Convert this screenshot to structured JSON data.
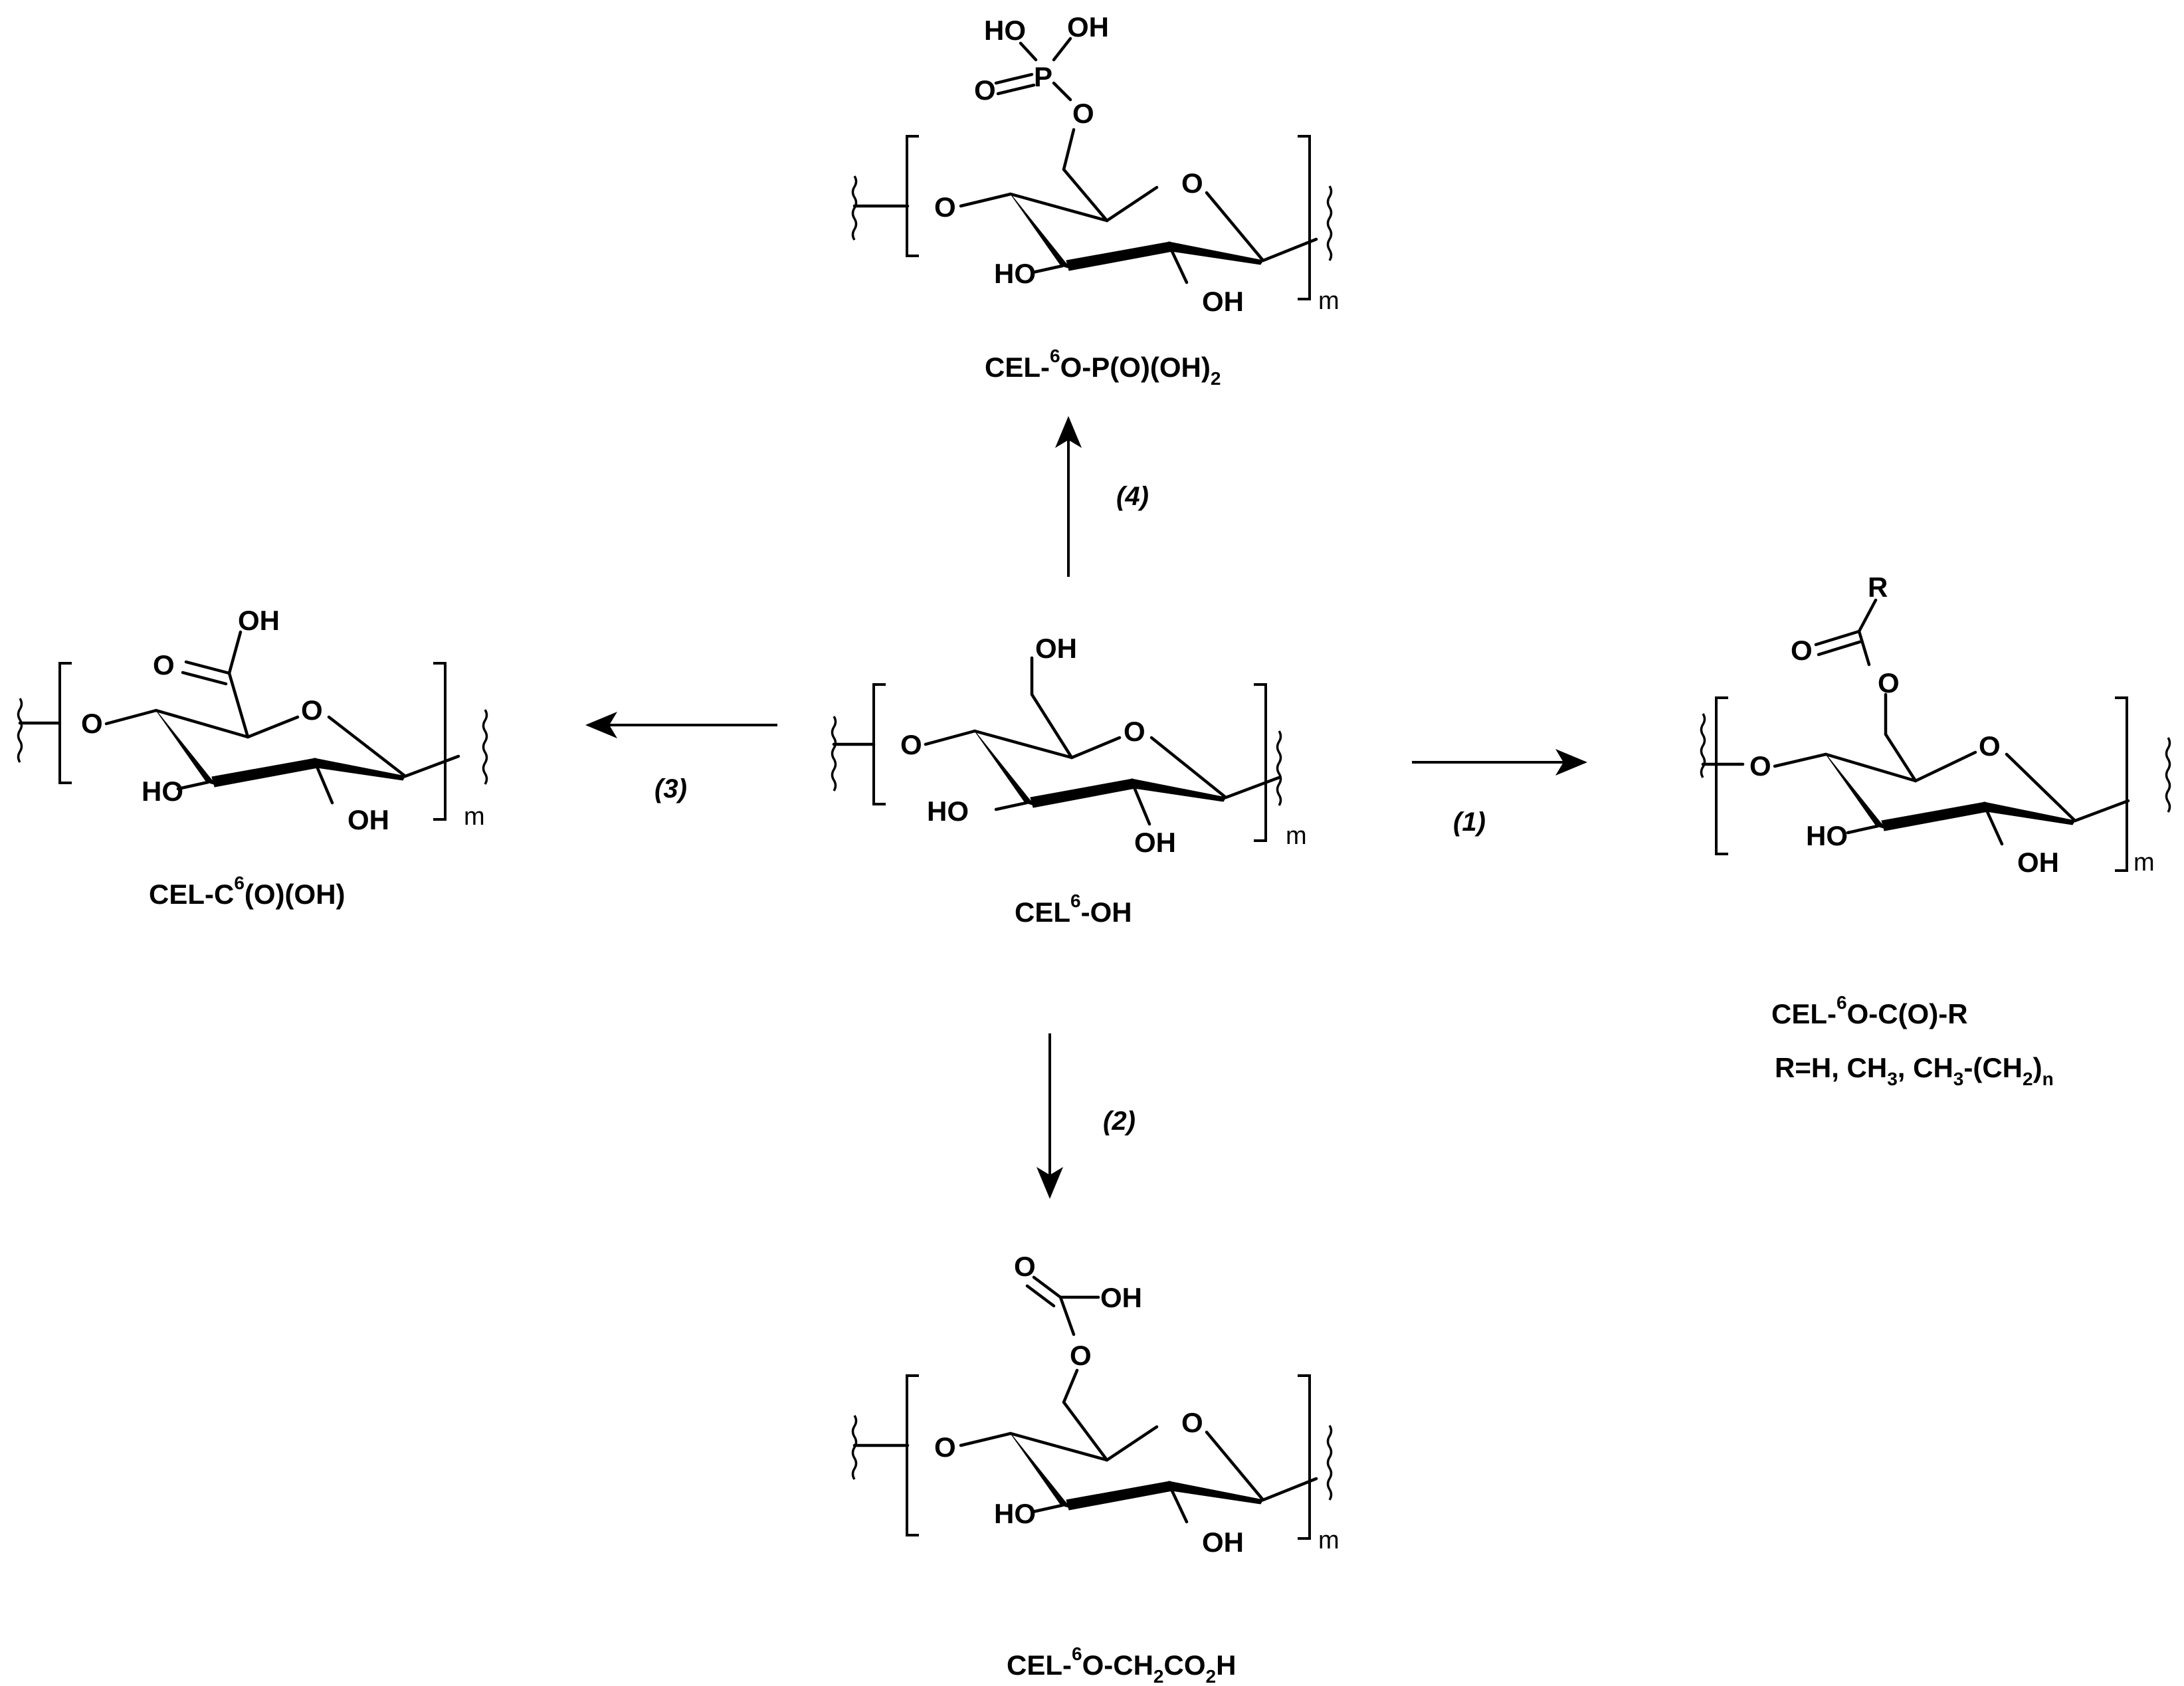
{
  "repeat_unit_label": "m",
  "atom_labels": {
    "O": "O",
    "HO": "HO",
    "OH": "OH",
    "P": "P",
    "R": "R"
  },
  "structures": {
    "center": {
      "caption": {
        "main": "CEL",
        "sup": "6",
        "rest": "-OH"
      }
    },
    "left": {
      "caption": {
        "main": "CEL-C",
        "sup": "6",
        "rest": "(O)(OH)"
      }
    },
    "right": {
      "caption": {
        "main": "CEL-",
        "sup": "6",
        "rest": "O-C(O)-R"
      },
      "r_definition": {
        "p1": "R=H, CH",
        "s1": "3",
        "p2": ", CH",
        "s2": "3",
        "p3": "-(CH",
        "s3": "2",
        "p4": ")",
        "s4": "n"
      }
    },
    "top": {
      "caption": {
        "main": "CEL-",
        "sup": "6",
        "rest": "O-P(O)(OH)",
        "sub": "2"
      }
    },
    "bottom": {
      "caption": {
        "main": "CEL-",
        "sup": "6",
        "rest": "O-CH",
        "sub1": "2",
        "mid": "CO",
        "sub2": "2",
        "end": "H"
      }
    }
  },
  "reaction_steps": [
    "(1)",
    "(2)",
    "(3)",
    "(4)"
  ]
}
